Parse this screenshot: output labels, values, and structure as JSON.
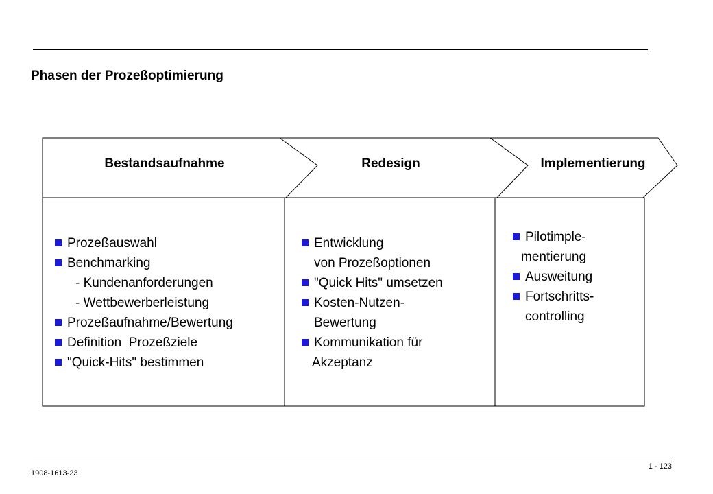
{
  "title": "Phasen der Prozeßoptimierung",
  "colors": {
    "bullet": "#1a1ad8",
    "line": "#000000"
  },
  "phases": [
    {
      "label": "Bestandsaufnahme"
    },
    {
      "label": "Redesign"
    },
    {
      "label": "Implementierung"
    }
  ],
  "columns": {
    "bestandsaufnahme": {
      "l1": "Prozeßauswahl",
      "l2": "Benchmarking",
      "l3": "- Kundenanforderungen",
      "l4": "- Wettbewerberleistung",
      "l5": "Prozeßaufnahme/Bewertung",
      "l6": "Definition  Prozeßziele",
      "l7": "\"Quick-Hits\" bestimmen"
    },
    "redesign": {
      "l1": "Entwicklung",
      "l2": "von Prozeßoptionen",
      "l3": "\"Quick Hits\" umsetzen",
      "l4": "Kosten-Nutzen-",
      "l5": "Bewertung",
      "l6": "Kommunikation für",
      "l7": "Akzeptanz"
    },
    "implementierung": {
      "l1": "Pilotimple-",
      "l2": "mentierung",
      "l3": "Ausweitung",
      "l4": "Fortschritts-",
      "l5": "controlling"
    }
  },
  "footer": {
    "code": "1908-1613-23",
    "page": "1 - 123"
  }
}
